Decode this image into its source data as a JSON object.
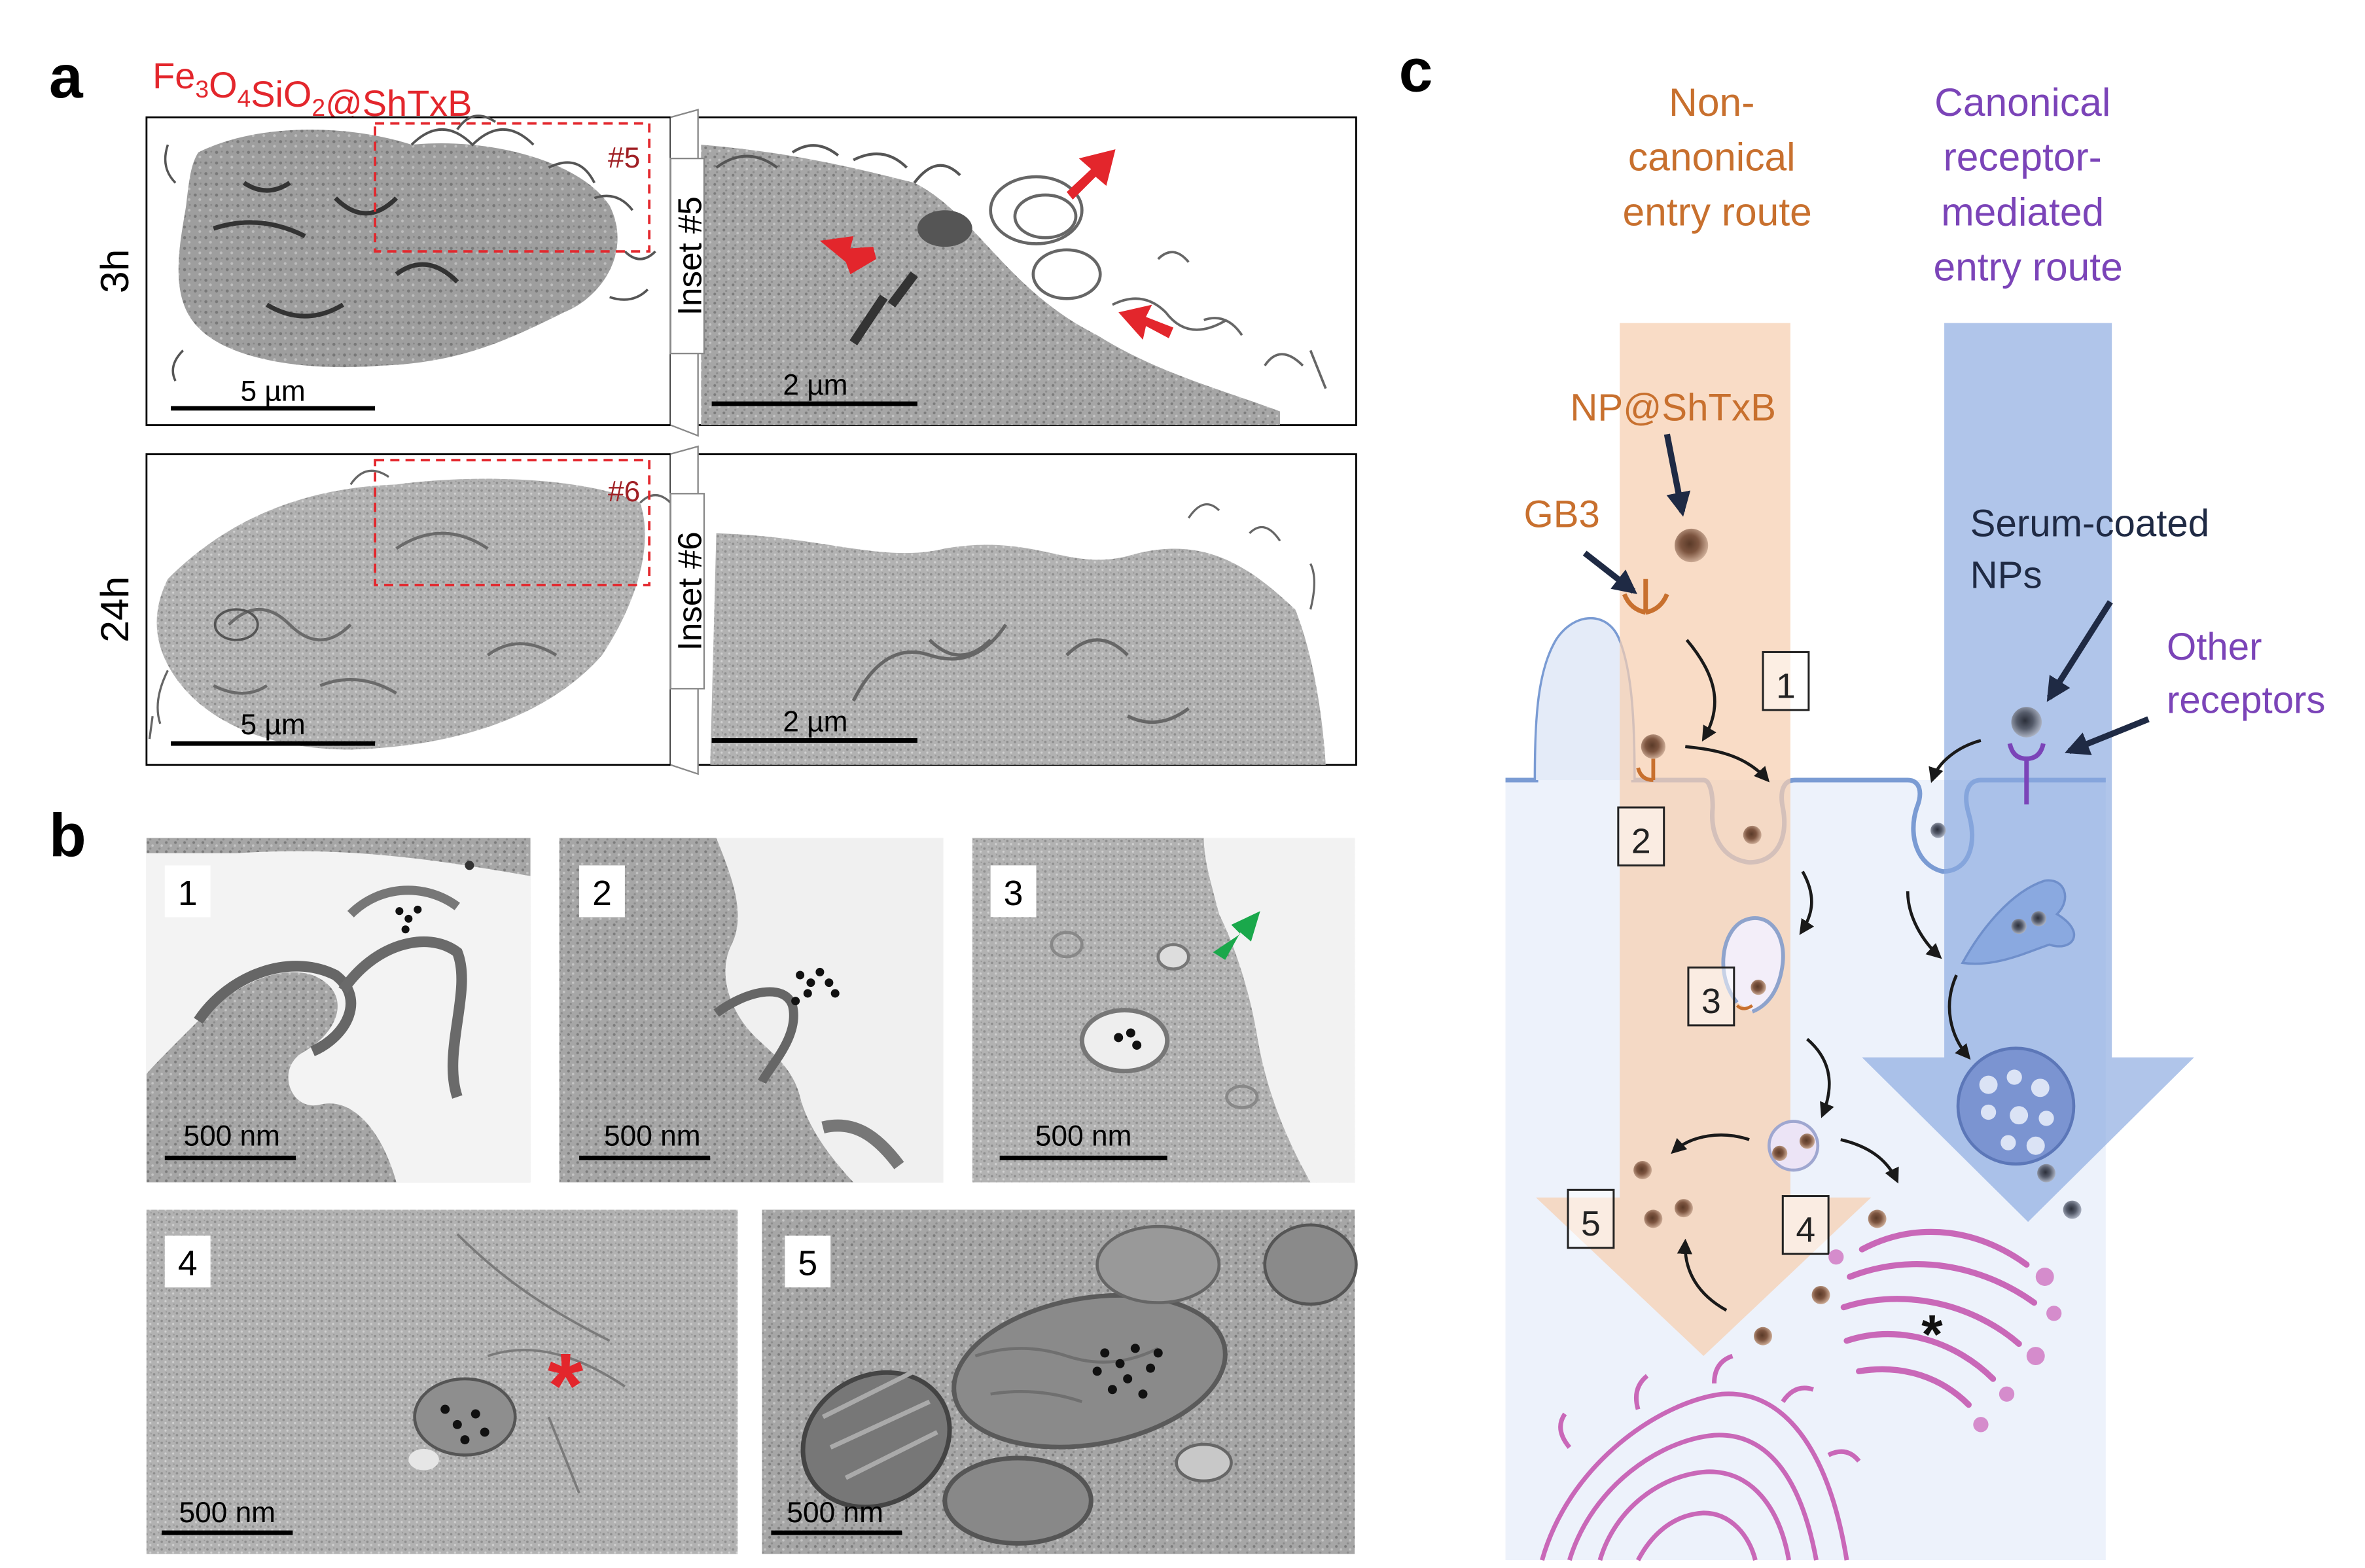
{
  "panels": {
    "a": {
      "letter": "a",
      "title_parts": [
        {
          "t": "Fe"
        },
        {
          "sub": "3"
        },
        {
          "t": "O"
        },
        {
          "sub": "4"
        },
        {
          "t": "SiO"
        },
        {
          "sub": "2"
        },
        {
          "t": "@ShTxB"
        }
      ],
      "rows": [
        {
          "time": "3h",
          "inset_tag": "#5",
          "inset_label": "Inset #5",
          "scale_cell": "5 µm",
          "scale_inset": "2 µm"
        },
        {
          "time": "24h",
          "inset_tag": "#6",
          "inset_label": "Inset #6",
          "scale_cell": "5 µm",
          "scale_inset": "2 µm"
        }
      ]
    },
    "b": {
      "letter": "b",
      "images": [
        {
          "number": "1",
          "scale": "500 nm"
        },
        {
          "number": "2",
          "scale": "500 nm"
        },
        {
          "number": "3",
          "scale": "500 nm"
        },
        {
          "number": "4",
          "scale": "500 nm"
        },
        {
          "number": "5",
          "scale": "500 nm"
        }
      ],
      "asterisk": "*"
    },
    "c": {
      "letter": "c",
      "route_noncanonical": [
        "Non-",
        "canonical",
        "entry route"
      ],
      "route_canonical": [
        "Canonical",
        "receptor-",
        "mediated",
        "entry route"
      ],
      "label_np": "NP@ShTxB",
      "label_gb3": "GB3",
      "label_serum": [
        "Serum-coated",
        "NPs"
      ],
      "label_other": [
        "Other",
        "receptors"
      ],
      "steps": [
        "1",
        "2",
        "3",
        "4",
        "5"
      ],
      "golgi_mark": "*"
    }
  },
  "colors": {
    "red": "#e3262c",
    "orange": "#c8702e",
    "purple": "#7b44b8",
    "navy": "#1f2a44",
    "orange_arrow": "#f6cfb0",
    "blue_arrow": "#8aa9e0",
    "pink": "#c968b8"
  }
}
